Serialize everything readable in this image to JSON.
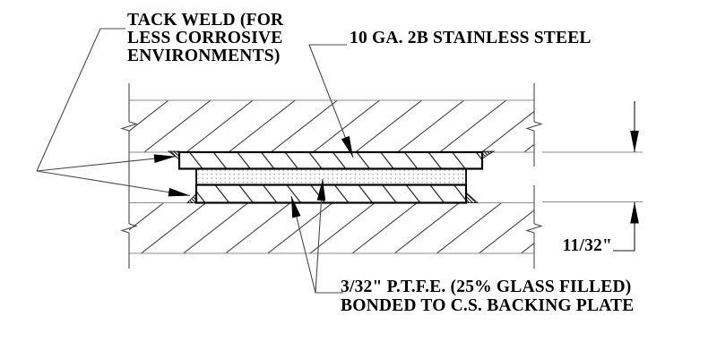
{
  "drawing": {
    "labels": {
      "tack_weld": {
        "lines": [
          "TACK WELD (FOR",
          "LESS CORROSIVE",
          "ENVIRONMENTS)"
        ]
      },
      "stainless_steel": {
        "text": "10 GA. 2B STAINLESS STEEL"
      },
      "ptfe": {
        "lines": [
          "3/32\" P.T.F.E. (25% GLASS FILLED)",
          "BONDED TO C.S. BACKING PLATE"
        ]
      },
      "dimension": {
        "text": "11/32\""
      }
    },
    "colors": {
      "background": "#ffffff",
      "text": "#000000",
      "outline": "#000000",
      "hatch": "#3f3f3f",
      "light_line": "#8c8c8c"
    }
  }
}
